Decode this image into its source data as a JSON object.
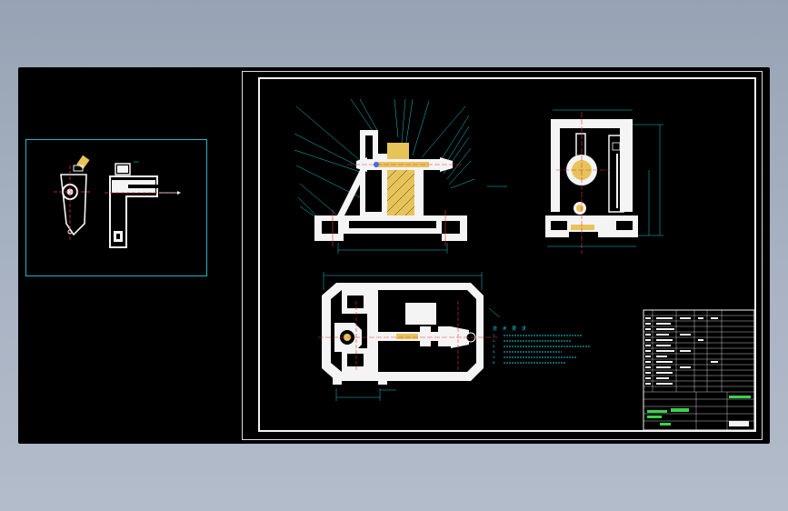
{
  "colors": {
    "desktop": "#a4aebf",
    "canvas": "#000000",
    "frame": "#f0f0f0",
    "part_white": "#f4f4f4",
    "part_yellow": "#e7c45a",
    "leader_cyan": "#19c6d6",
    "center_red": "#e23a3a",
    "highlight_green": "#37d44b",
    "accent_blue": "#3a6cff"
  },
  "drawing": {
    "left_detail": {
      "note": ""
    },
    "front_view": {
      "view_label": ""
    },
    "side_view": {
      "view_label": ""
    },
    "plan_view": {
      "view_label": ""
    },
    "tech_notes": {
      "title": "技 术 要 求",
      "lines": [
        "1.",
        "2.",
        "3.",
        "4.",
        "5.",
        "6."
      ]
    },
    "title_block": {
      "sheet_label": ""
    }
  }
}
